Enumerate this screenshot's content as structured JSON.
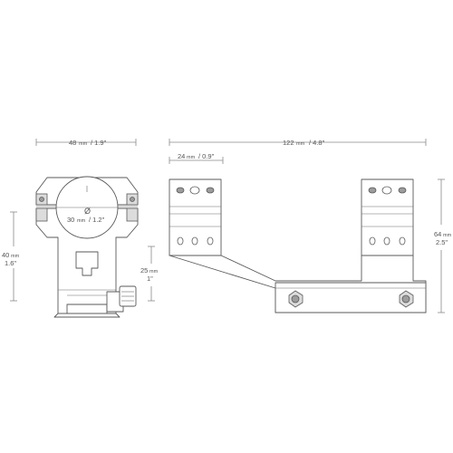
{
  "dimensions": {
    "ring_width": {
      "mm": "48",
      "unit": "mm",
      "inch": "/ 1.9\""
    },
    "overall_length": {
      "mm": "122",
      "unit": "mm",
      "inch": "/ 4.8\""
    },
    "ring_spacing": {
      "mm": "24",
      "unit": "mm",
      "inch": "/ 0.9\""
    },
    "tube_diameter": {
      "symbol": "Ø",
      "mm": "30",
      "unit": "mm",
      "inch": "/ 1.2\""
    },
    "ring_height": {
      "mm": "40",
      "unit": "mm",
      "inch": "1.6\""
    },
    "center_height": {
      "mm": "25",
      "unit": "mm",
      "inch": "1\""
    },
    "overall_height": {
      "mm": "64",
      "unit": "mm",
      "inch": "2.5\""
    }
  },
  "colors": {
    "line": "#5a5a5a",
    "shade": "#dcdcdc",
    "dim": "#8a8a8a"
  }
}
